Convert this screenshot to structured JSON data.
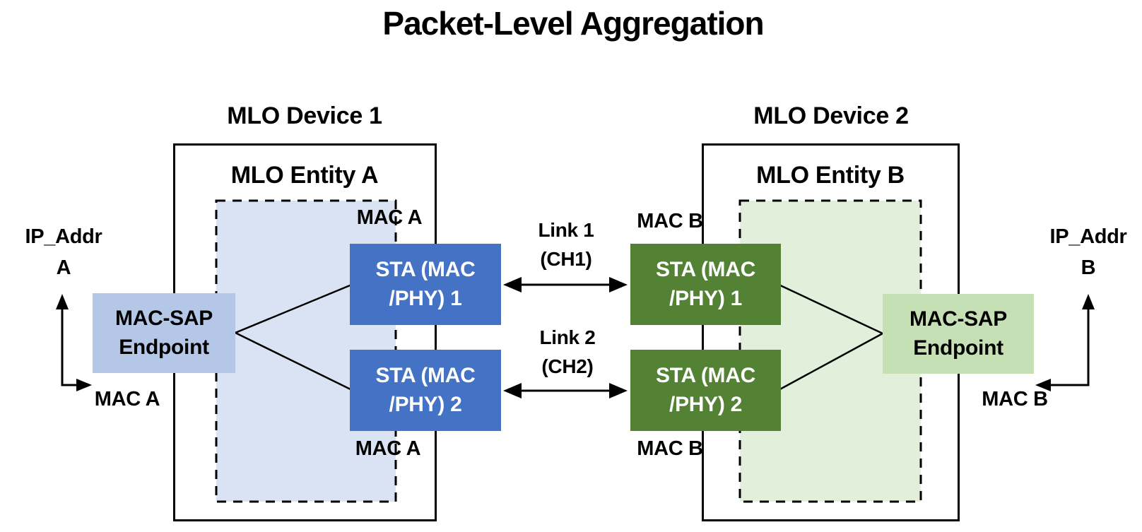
{
  "title": "Packet-Level Aggregation",
  "colors": {
    "sta-blue": "#4472C4",
    "sta-green": "#548235",
    "entity-a-fill": "#DAE3F3",
    "entity-b-fill": "#E2EFDA",
    "macsap-a-fill": "#B4C7E7",
    "macsap-b-fill": "#C5E0B4"
  },
  "left": {
    "ip_line1": "IP_Addr",
    "ip_line2": "A",
    "mac_label": "MAC A",
    "macsap_line1": "MAC-SAP",
    "macsap_line2": "Endpoint"
  },
  "device1": {
    "label": "MLO Device 1",
    "entity_label": "MLO Entity A",
    "mac_top": "MAC A",
    "mac_bottom": "MAC A",
    "sta1_line1": "STA (MAC",
    "sta1_line2": "/PHY) 1",
    "sta2_line1": "STA (MAC",
    "sta2_line2": "/PHY) 2"
  },
  "links": {
    "link1_name": "Link 1",
    "link1_channel": "(CH1)",
    "link2_name": "Link 2",
    "link2_channel": "(CH2)"
  },
  "device2": {
    "label": "MLO Device 2",
    "entity_label": "MLO Entity B",
    "mac_top": "MAC B",
    "mac_bottom": "MAC B",
    "sta1_line1": "STA (MAC",
    "sta1_line2": "/PHY) 1",
    "sta2_line1": "STA (MAC",
    "sta2_line2": "/PHY) 2"
  },
  "right": {
    "ip_line1": "IP_Addr",
    "ip_line2": "B",
    "mac_label": "MAC B",
    "macsap_line1": "MAC-SAP",
    "macsap_line2": "Endpoint"
  }
}
